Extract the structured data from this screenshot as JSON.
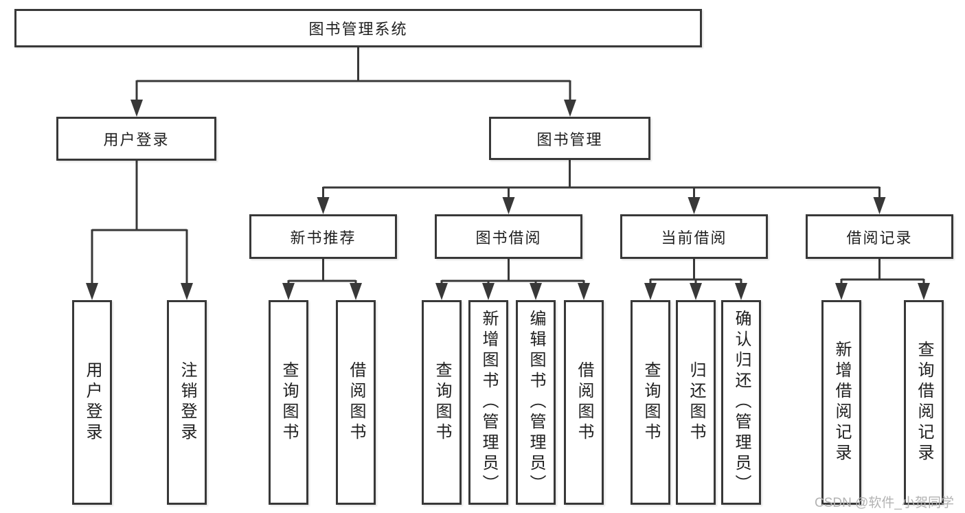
{
  "diagram_title": "图书管理系统",
  "nodes": {
    "root": "图书管理系统",
    "level2": [
      "用户登录",
      "图书管理"
    ],
    "level3": [
      "新书推荐",
      "图书借阅",
      "当前借阅",
      "借阅记录"
    ],
    "leaves_user_login": [
      "用户登录",
      "注销登录"
    ],
    "leaves_new_book": [
      "查询图书",
      "借阅图书"
    ],
    "leaves_book_borrow": [
      "查询图书",
      "新增图书（管理员）",
      "编辑图书（管理员）",
      "借阅图书"
    ],
    "leaves_current_borrow": [
      "查询图书",
      "归还图书",
      "确认归还（管理员）"
    ],
    "leaves_borrow_records": [
      "新增借阅记录",
      "查询借阅记录"
    ]
  },
  "hierarchy": {
    "图书管理系统": [
      "用户登录",
      "图书管理"
    ],
    "用户登录": [
      "用户登录",
      "注销登录"
    ],
    "图书管理": [
      "新书推荐",
      "图书借阅",
      "当前借阅",
      "借阅记录"
    ],
    "新书推荐": [
      "查询图书",
      "借阅图书"
    ],
    "图书借阅": [
      "查询图书",
      "新增图书（管理员）",
      "编辑图书（管理员）",
      "借阅图书"
    ],
    "当前借阅": [
      "查询图书",
      "归还图书",
      "确认归还（管理员）"
    ],
    "借阅记录": [
      "新增借阅记录",
      "查询借阅记录"
    ]
  },
  "watermark": "CSDN @软件_小贺同学",
  "colors": {
    "line": "#383838",
    "text": "#1f1f1f",
    "background": "#ffffff",
    "watermark": "#b3b3b3"
  }
}
